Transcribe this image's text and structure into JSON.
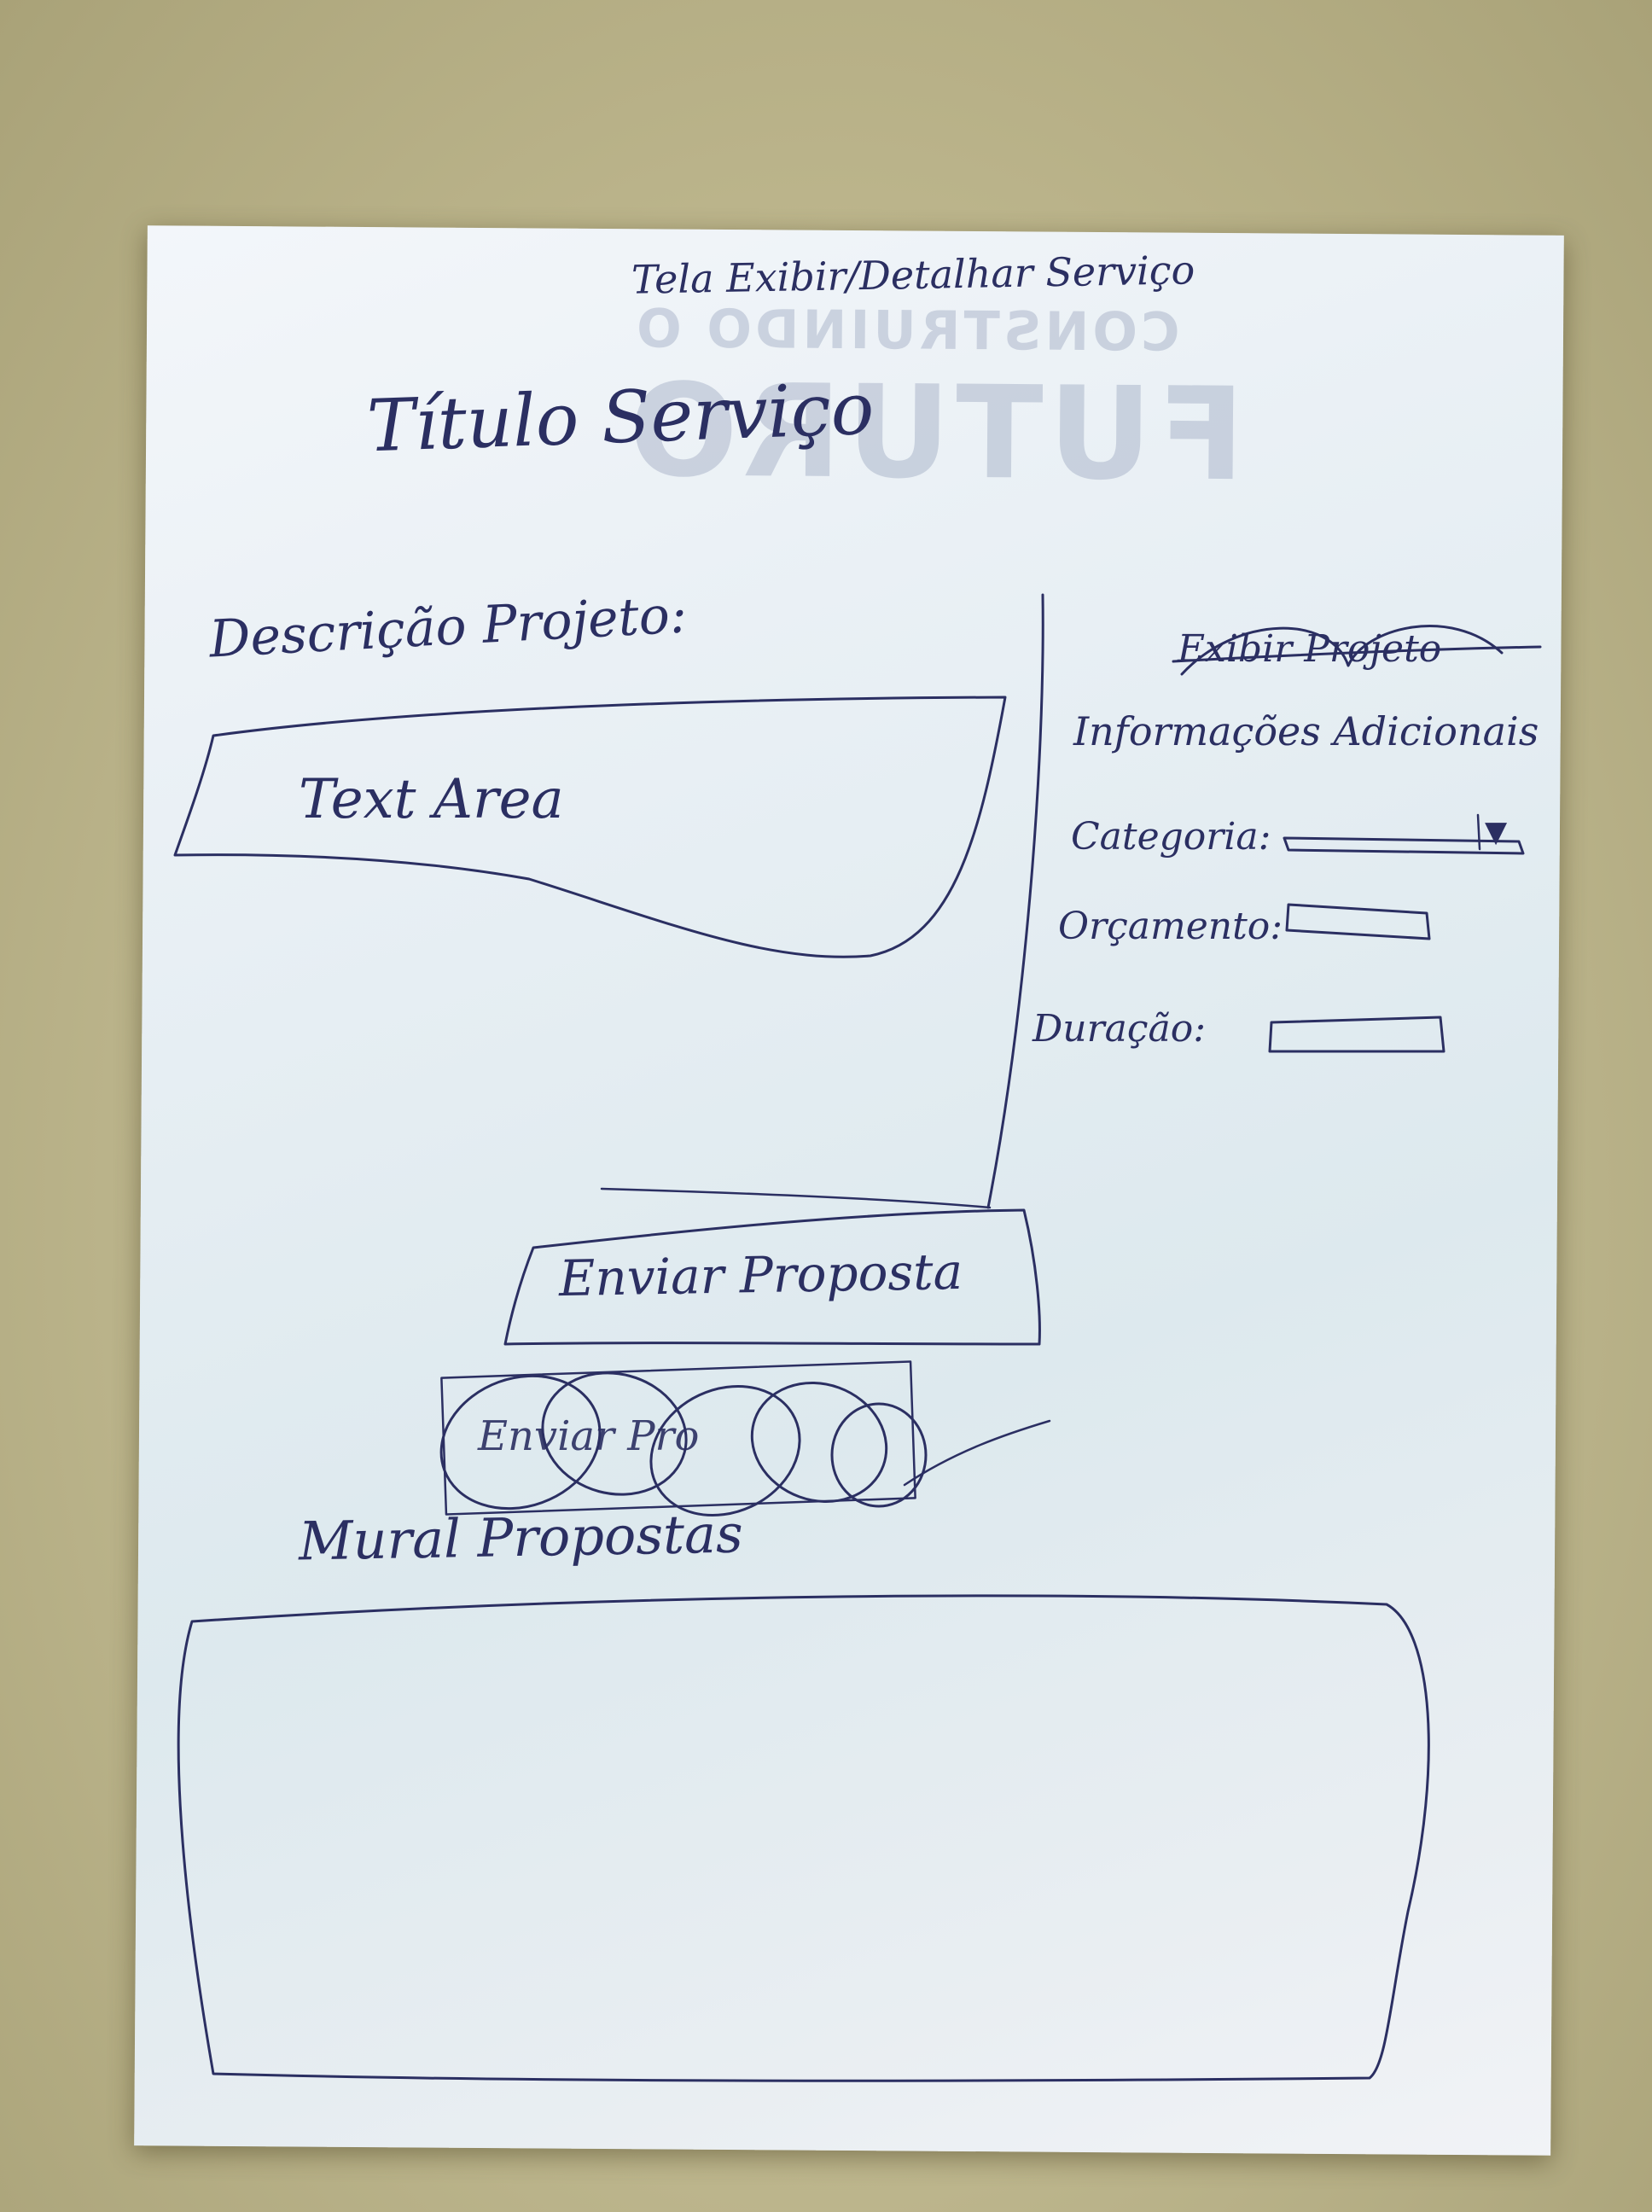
{
  "sketch": {
    "screen_caption": "Tela Exibir/Detalhar Serviço",
    "title": "Título Serviço",
    "description_label": "Descrição Projeto:",
    "textarea_text": "Text Area",
    "side_panel": {
      "crossed_out_heading": "Exibir Projeto",
      "heading": "Informações Adicionais",
      "fields": [
        {
          "label": "Categoria:",
          "kind": "dropdown",
          "arrow": "▼"
        },
        {
          "label": "Orçamento:",
          "kind": "text-field"
        },
        {
          "label": "Duração:",
          "kind": "text-field"
        }
      ]
    },
    "send_button": "Enviar Proposta",
    "scribbled_button": "Enviar Pro",
    "mural_label": "Mural Propostas"
  },
  "background_print": {
    "line1": "CONSTRUINDO O",
    "line2": "FUTURO"
  },
  "colors": {
    "ink": "#2b2f62",
    "paper": "#e6eef3",
    "table": "#bdb68d"
  }
}
